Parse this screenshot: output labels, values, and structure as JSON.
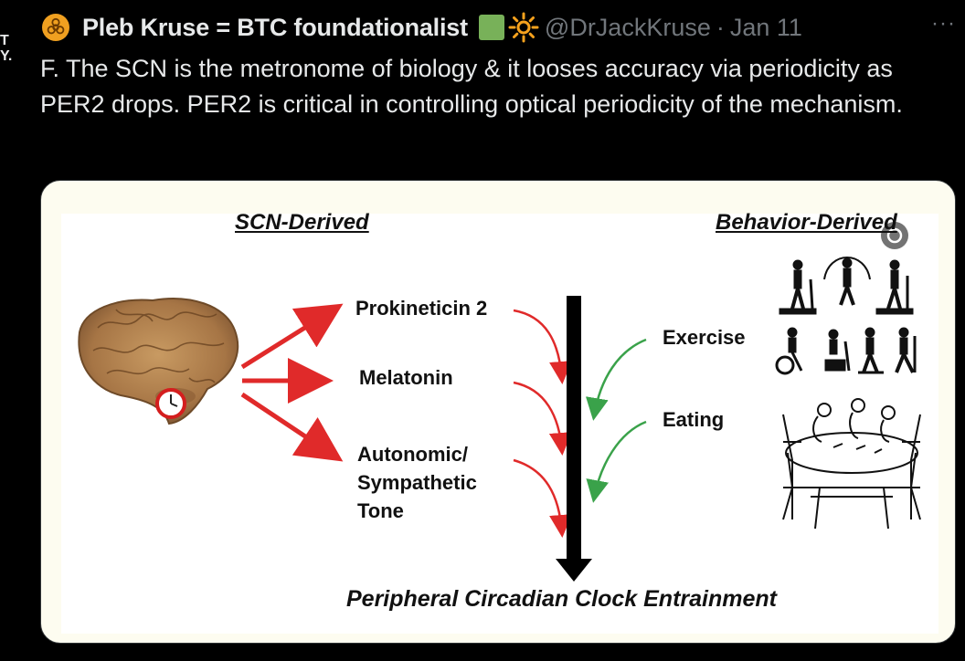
{
  "tweet": {
    "display_name": "Pleb Kruse = BTC foundationalist",
    "handle": "@DrJackKruse",
    "separator": "·",
    "date": "Jan 11",
    "more": "···",
    "text": "F. The SCN is the metronome of biology & it looses accuracy via periodicity as PER2 drops.  PER2 is critical in controlling optical periodicity of the mechanism."
  },
  "left_crop": {
    "line1": "T",
    "line2": "Y."
  },
  "diagram": {
    "left_heading": "SCN-Derived",
    "right_heading": "Behavior-Derived",
    "scn_outputs": [
      "Prokineticin 2",
      "Melatonin",
      "Autonomic/\nSympathetic\nTone"
    ],
    "behaviors": [
      "Exercise",
      "Eating"
    ],
    "caption": "Peripheral Circadian Clock Entrainment"
  },
  "colors": {
    "background": "#000000",
    "text": "#e7e9ea",
    "muted": "#71767b",
    "red_arrow": "#e02a2a",
    "green_arrow": "#3aa24a",
    "badge": "#f0a020",
    "green_square": "#78b159"
  },
  "icons": [
    "biohazard-icon",
    "green-square-icon",
    "sun-icon",
    "more-icon",
    "brain-image",
    "clock-icon",
    "media-mute-icon"
  ]
}
